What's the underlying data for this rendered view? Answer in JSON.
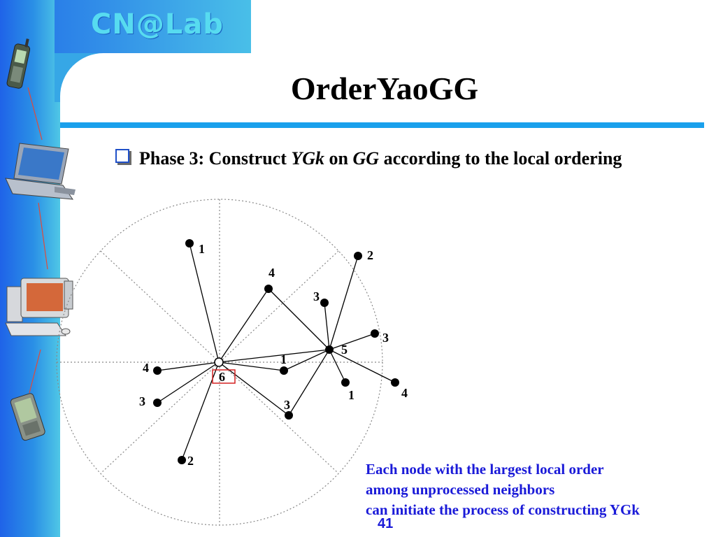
{
  "brand": "CN@Lab",
  "title": "OrderYaoGG",
  "bullet": {
    "prefix": "Phase 3: Construct ",
    "ygk": "YGk",
    "on": " on ",
    "gg": "GG",
    "suffix": " according to the local ordering"
  },
  "caption": {
    "line1": "Each node with the largest local order",
    "line2": "among unprocessed neighbors",
    "line3": "can initiate the process of constructing YGk"
  },
  "page_number": "41",
  "sidebar_icons": [
    "mobile-phone-icon",
    "laptop-icon",
    "desktop-computer-icon",
    "pda-icon"
  ],
  "diagram": {
    "nodes": [
      {
        "id": "center",
        "label": "6",
        "hollow": true,
        "highlighted": true
      },
      {
        "id": "n1",
        "label": "1"
      },
      {
        "id": "n2",
        "label": "4"
      },
      {
        "id": "n3",
        "label": "4"
      },
      {
        "id": "n4",
        "label": "3"
      },
      {
        "id": "n5",
        "label": "2"
      },
      {
        "id": "n6",
        "label": "1"
      },
      {
        "id": "n7",
        "label": "3"
      },
      {
        "id": "hub",
        "label": "5"
      },
      {
        "id": "n9",
        "label": "3"
      },
      {
        "id": "n10",
        "label": "2"
      },
      {
        "id": "n11",
        "label": "3"
      },
      {
        "id": "n12",
        "label": "1"
      },
      {
        "id": "n13",
        "label": "4"
      }
    ]
  }
}
